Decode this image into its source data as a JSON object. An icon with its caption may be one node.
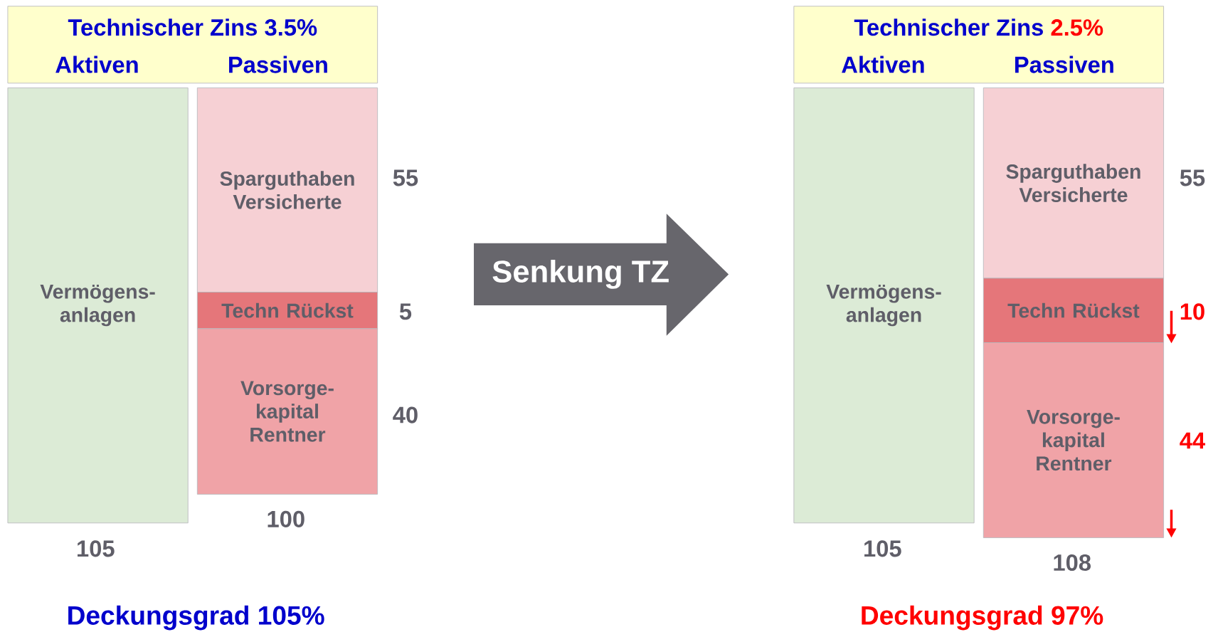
{
  "diagram": {
    "nodes": [
      {
        "text": [
          "Technischer Zins",
          "3.5%",
          "Aktiven",
          "Passiven"
        ]
      },
      {
        "text": [
          "Vermögens-anlagen"
        ],
        "beside": [
          "105"
        ]
      },
      {
        "text": [
          "Sparguthaben Versicherte"
        ],
        "beside": [
          "55"
        ]
      },
      {
        "text": [
          "Techn Rückst"
        ],
        "beside": [
          "5"
        ]
      },
      {
        "text": [
          "Vorsorge-kapital Rentner"
        ],
        "beside": [
          "40",
          "100"
        ]
      },
      {
        "text": [
          "Senkung TZ"
        ]
      },
      {
        "text": [
          "Technischer Zins",
          "2.5%",
          "Aktiven",
          "Passiven"
        ]
      },
      {
        "text": [
          "Vermögens-anlagen"
        ],
        "beside": [
          "105"
        ]
      },
      {
        "text": [
          "Sparguthaben Versicherte"
        ],
        "beside": [
          "55"
        ]
      },
      {
        "text": [
          "Techn Rückst"
        ],
        "beside": [
          "10"
        ]
      },
      {
        "text": [
          "Vorsorge-kapital Rentner"
        ],
        "beside": [
          "44",
          "108"
        ]
      }
    ],
    "labels": [
      "Deckungsgrad 105%",
      "Deckungsgrad 97%"
    ]
  }
}
